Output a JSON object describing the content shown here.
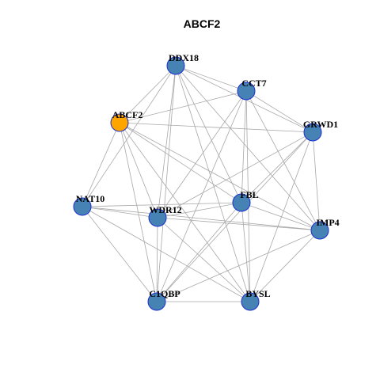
{
  "title": "ABCF2",
  "colors": {
    "node_default": "#4682b4",
    "node_highlight": "#ffa500",
    "node_border": "#1c2fd0",
    "edge": "#a8a8a8"
  },
  "nodes": [
    {
      "id": "DDX18",
      "label": "DDX18",
      "highlight": false
    },
    {
      "id": "CCT7",
      "label": "CCT7",
      "highlight": false
    },
    {
      "id": "ABCF2",
      "label": "ABCF2",
      "highlight": true
    },
    {
      "id": "GRWD1",
      "label": "GRWD1",
      "highlight": false
    },
    {
      "id": "NAT10",
      "label": "NAT10",
      "highlight": false
    },
    {
      "id": "FBL",
      "label": "FBL",
      "highlight": false
    },
    {
      "id": "WDR12",
      "label": "WDR12",
      "highlight": false
    },
    {
      "id": "IMP4",
      "label": "IMP4",
      "highlight": false
    },
    {
      "id": "C1QBP",
      "label": "C1QBP",
      "highlight": false
    },
    {
      "id": "BYSL",
      "label": "BYSL",
      "highlight": false
    }
  ],
  "edges": [
    [
      "DDX18",
      "CCT7"
    ],
    [
      "DDX18",
      "ABCF2"
    ],
    [
      "DDX18",
      "GRWD1"
    ],
    [
      "DDX18",
      "NAT10"
    ],
    [
      "DDX18",
      "FBL"
    ],
    [
      "DDX18",
      "WDR12"
    ],
    [
      "DDX18",
      "IMP4"
    ],
    [
      "DDX18",
      "C1QBP"
    ],
    [
      "DDX18",
      "BYSL"
    ],
    [
      "CCT7",
      "ABCF2"
    ],
    [
      "CCT7",
      "GRWD1"
    ],
    [
      "CCT7",
      "FBL"
    ],
    [
      "CCT7",
      "WDR12"
    ],
    [
      "CCT7",
      "IMP4"
    ],
    [
      "CCT7",
      "C1QBP"
    ],
    [
      "CCT7",
      "BYSL"
    ],
    [
      "ABCF2",
      "GRWD1"
    ],
    [
      "ABCF2",
      "NAT10"
    ],
    [
      "ABCF2",
      "FBL"
    ],
    [
      "ABCF2",
      "WDR12"
    ],
    [
      "ABCF2",
      "IMP4"
    ],
    [
      "ABCF2",
      "C1QBP"
    ],
    [
      "ABCF2",
      "BYSL"
    ],
    [
      "GRWD1",
      "FBL"
    ],
    [
      "GRWD1",
      "WDR12"
    ],
    [
      "GRWD1",
      "IMP4"
    ],
    [
      "GRWD1",
      "C1QBP"
    ],
    [
      "GRWD1",
      "BYSL"
    ],
    [
      "NAT10",
      "FBL"
    ],
    [
      "NAT10",
      "WDR12"
    ],
    [
      "NAT10",
      "IMP4"
    ],
    [
      "NAT10",
      "C1QBP"
    ],
    [
      "NAT10",
      "BYSL"
    ],
    [
      "FBL",
      "WDR12"
    ],
    [
      "FBL",
      "IMP4"
    ],
    [
      "FBL",
      "C1QBP"
    ],
    [
      "FBL",
      "BYSL"
    ],
    [
      "WDR12",
      "IMP4"
    ],
    [
      "WDR12",
      "C1QBP"
    ],
    [
      "WDR12",
      "BYSL"
    ],
    [
      "IMP4",
      "C1QBP"
    ],
    [
      "IMP4",
      "BYSL"
    ],
    [
      "C1QBP",
      "BYSL"
    ]
  ]
}
